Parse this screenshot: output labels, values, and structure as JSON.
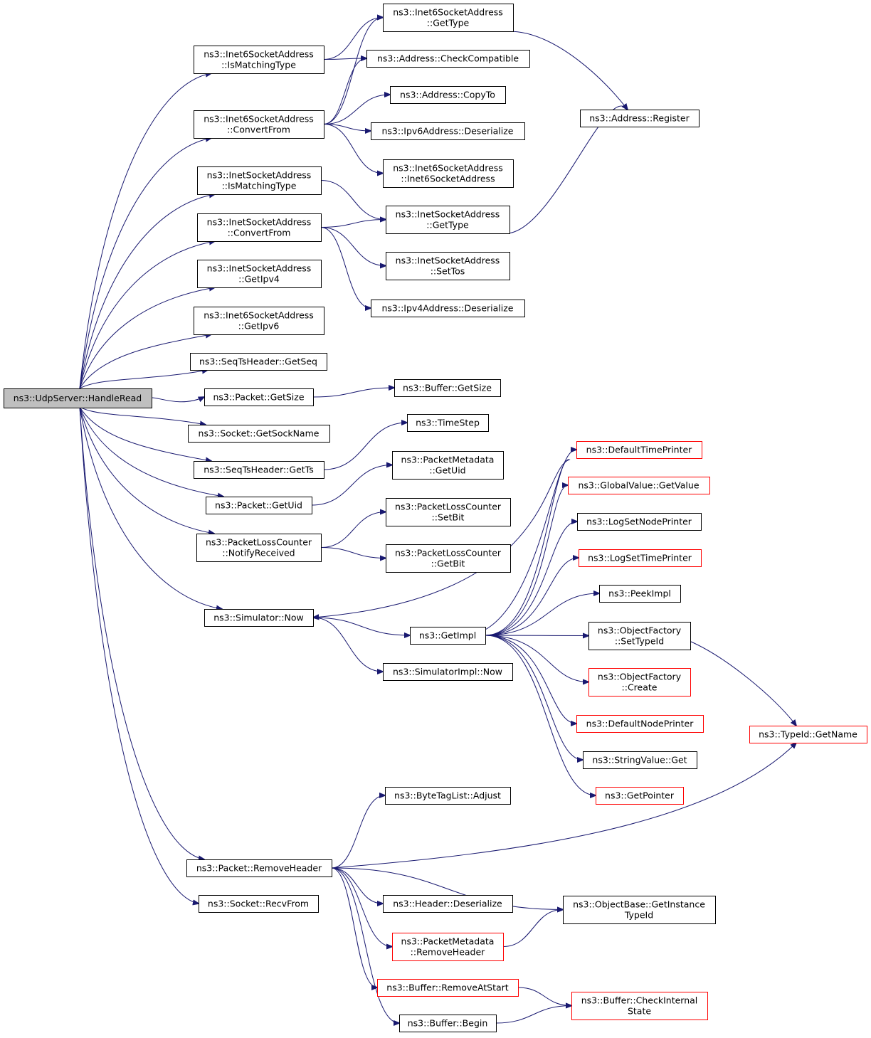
{
  "colors": {
    "edge": "#191970",
    "border": "#000000",
    "red_border": "#ff0000",
    "root_fill": "#bfbfbf"
  },
  "nodes": {
    "root": [
      "ns3::UdpServer::HandleRead"
    ],
    "i6_ismatch": [
      "ns3::Inet6SocketAddress",
      "::IsMatchingType"
    ],
    "i6_convert": [
      "ns3::Inet6SocketAddress",
      "::ConvertFrom"
    ],
    "i4_ismatch": [
      "ns3::InetSocketAddress",
      "::IsMatchingType"
    ],
    "i4_convert": [
      "ns3::InetSocketAddress",
      "::ConvertFrom"
    ],
    "i4_getipv4": [
      "ns3::InetSocketAddress",
      "::GetIpv4"
    ],
    "i6_getipv6": [
      "ns3::Inet6SocketAddress",
      "::GetIpv6"
    ],
    "seq_getseq": [
      "ns3::SeqTsHeader::GetSeq"
    ],
    "pkt_getsize": [
      "ns3::Packet::GetSize"
    ],
    "sock_getsockname": [
      "ns3::Socket::GetSockName"
    ],
    "seq_getts": [
      "ns3::SeqTsHeader::GetTs"
    ],
    "pkt_getuid": [
      "ns3::Packet::GetUid"
    ],
    "plc_notify": [
      "ns3::PacketLossCounter",
      "::NotifyReceived"
    ],
    "sim_now": [
      "ns3::Simulator::Now"
    ],
    "pkt_removeheader": [
      "ns3::Packet::RemoveHeader"
    ],
    "sock_recvfrom": [
      "ns3::Socket::RecvFrom"
    ],
    "i6_gettype": [
      "ns3::Inet6SocketAddress",
      "::GetType"
    ],
    "addr_checkcompat": [
      "ns3::Address::CheckCompatible"
    ],
    "addr_copyto": [
      "ns3::Address::CopyTo"
    ],
    "ipv6_deserialize": [
      "ns3::Ipv6Address::Deserialize"
    ],
    "i6_ctor": [
      "ns3::Inet6SocketAddress",
      "::Inet6SocketAddress"
    ],
    "i4_gettype": [
      "ns3::InetSocketAddress",
      "::GetType"
    ],
    "i4_settos": [
      "ns3::InetSocketAddress",
      "::SetTos"
    ],
    "ipv4_deserialize": [
      "ns3::Ipv4Address::Deserialize"
    ],
    "buf_getsize": [
      "ns3::Buffer::GetSize"
    ],
    "timestep": [
      "ns3::TimeStep"
    ],
    "pm_getuid": [
      "ns3::PacketMetadata",
      "::GetUid"
    ],
    "plc_setbit": [
      "ns3::PacketLossCounter",
      "::SetBit"
    ],
    "plc_getbit": [
      "ns3::PacketLossCounter",
      "::GetBit"
    ],
    "getimpl": [
      "ns3::GetImpl"
    ],
    "simimpl_now": [
      "ns3::SimulatorImpl::Now"
    ],
    "btl_adjust": [
      "ns3::ByteTagList::Adjust"
    ],
    "hdr_deserialize": [
      "ns3::Header::Deserialize"
    ],
    "pm_removeheader": [
      "ns3::PacketMetadata",
      "::RemoveHeader"
    ],
    "buf_removeatstart": [
      "ns3::Buffer::RemoveAtStart"
    ],
    "buf_begin": [
      "ns3::Buffer::Begin"
    ],
    "addr_register": [
      "ns3::Address::Register"
    ],
    "defaulttimeprinter": [
      "ns3::DefaultTimePrinter"
    ],
    "gv_getvalue": [
      "ns3::GlobalValue::GetValue"
    ],
    "logsetnodeprinter": [
      "ns3::LogSetNodePrinter"
    ],
    "logsettimeprinter": [
      "ns3::LogSetTimePrinter"
    ],
    "peekimpl": [
      "ns3::PeekImpl"
    ],
    "of_settypeid": [
      "ns3::ObjectFactory",
      "::SetTypeId"
    ],
    "of_create": [
      "ns3::ObjectFactory",
      "::Create"
    ],
    "defaultnodeprinter": [
      "ns3::DefaultNodePrinter"
    ],
    "stringvalue_get": [
      "ns3::StringValue::Get"
    ],
    "getpointer": [
      "ns3::GetPointer"
    ],
    "ob_getinstancetypeid": [
      "ns3::ObjectBase::GetInstance",
      "TypeId"
    ],
    "buf_checkinternal": [
      "ns3::Buffer::CheckInternal",
      "State"
    ],
    "typeid_getname": [
      "ns3::TypeId::GetName"
    ]
  }
}
